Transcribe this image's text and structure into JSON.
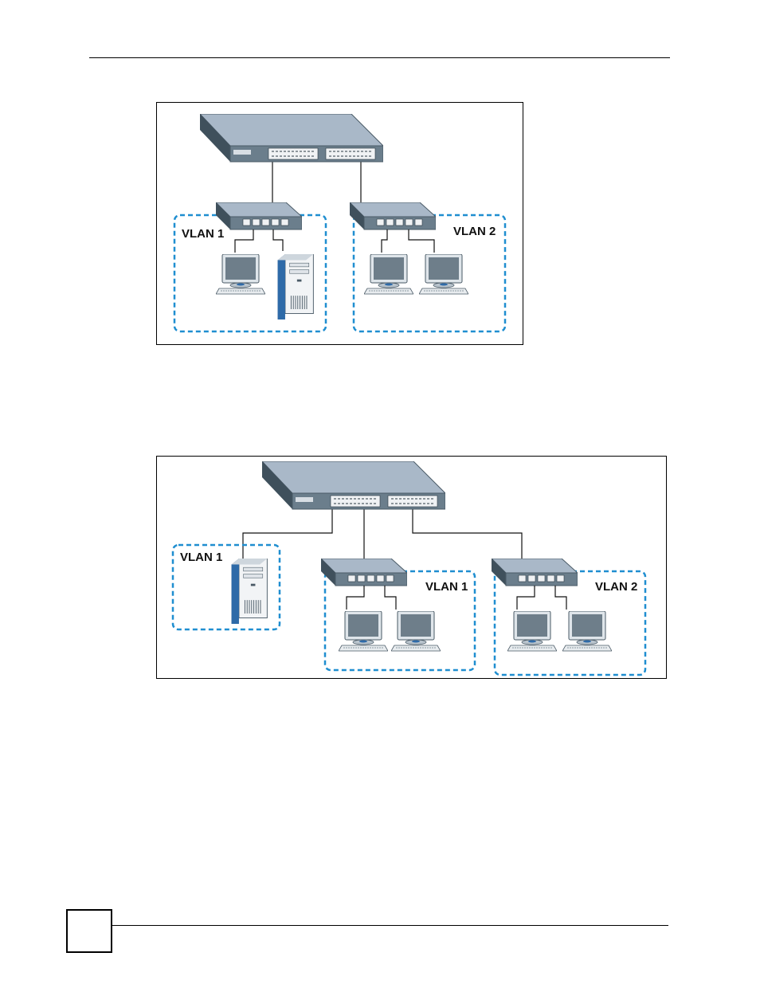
{
  "figure_top": {
    "labels": [
      "VLAN 1",
      "VLAN 2"
    ]
  },
  "figure_bottom": {
    "labels": [
      "VLAN 1",
      "VLAN 1",
      "VLAN 2"
    ]
  },
  "colors": {
    "switch_top": "#a9b8c8",
    "switch_front": "#5e7180",
    "vlan_border": "#1f8ed0",
    "server_blue": "#2e6aa8",
    "monitor_screen": "#6e7e8a"
  }
}
